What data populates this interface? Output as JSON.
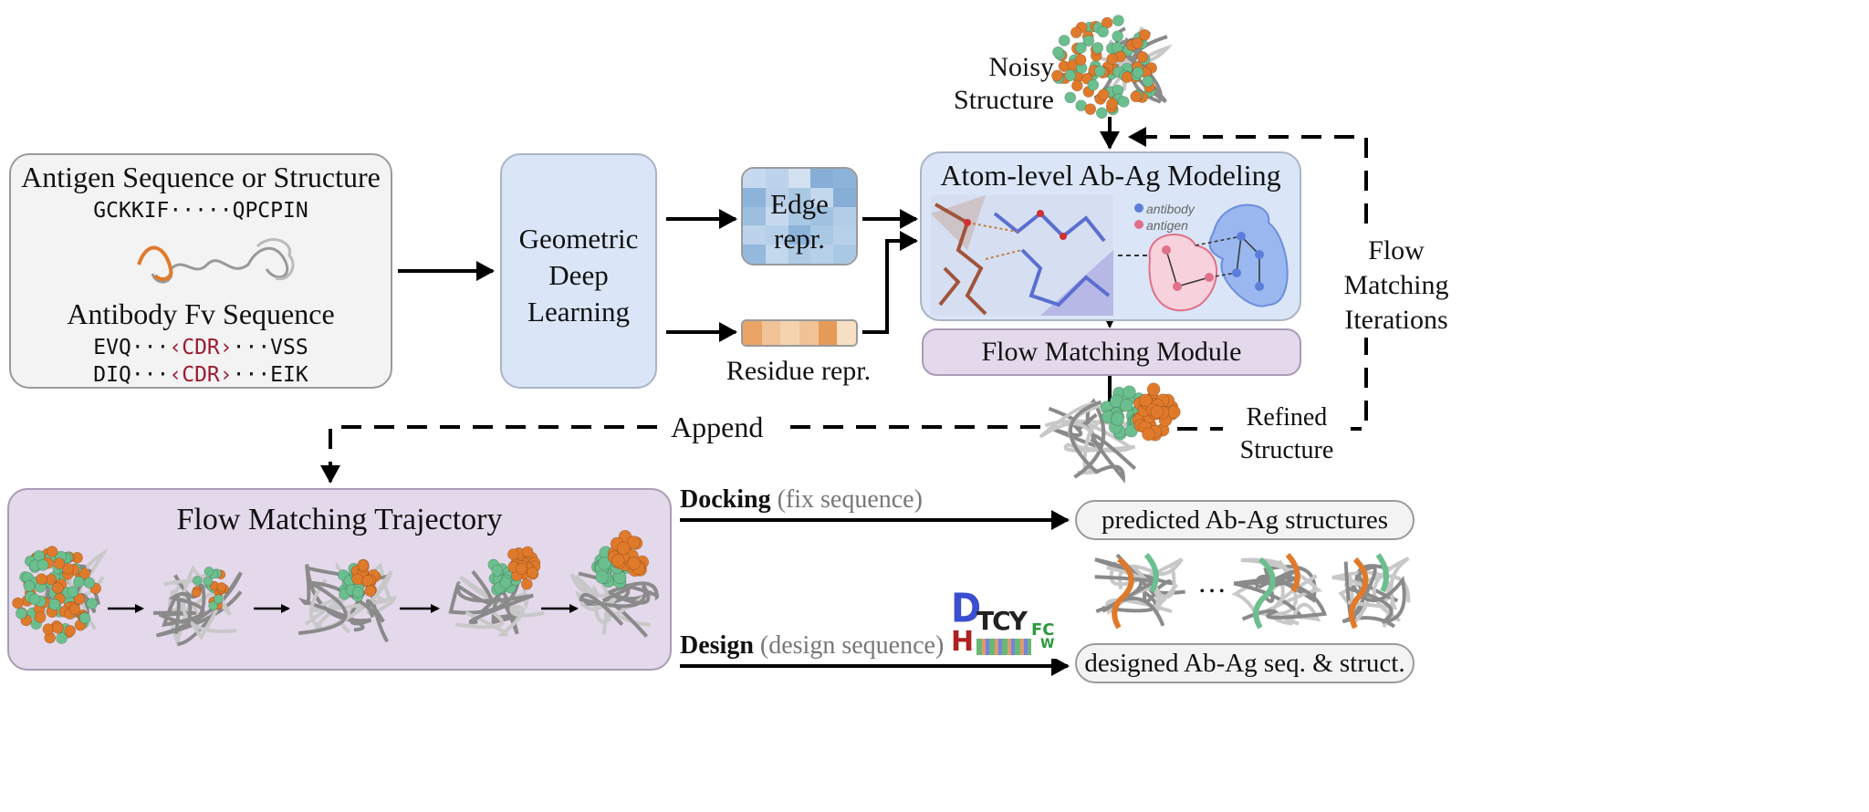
{
  "input_box": {
    "antigen_title": "Antigen Sequence or Structure",
    "antigen_seq": "GCKKIF·····QPCPIN",
    "antibody_title": "Antibody Fv Sequence",
    "heavy_seq": {
      "pre": "EVQ···",
      "cdr": "‹CDR›",
      "post": "···VSS"
    },
    "light_seq": {
      "pre": "DIQ···",
      "cdr": "‹CDR›",
      "post": "···EIK"
    }
  },
  "gdl_box": {
    "line1": "Geometric",
    "line2": "Deep",
    "line3": "Learning"
  },
  "edge_repr": {
    "line1": "Edge",
    "line2": "repr."
  },
  "residue_repr": {
    "label": "Residue repr."
  },
  "noisy_structure": {
    "line1": "Noisy",
    "line2": "Structure"
  },
  "atom_box": {
    "title": "Atom-level Ab-Ag Modeling",
    "legend_antibody": "antibody",
    "legend_antigen": "antigen"
  },
  "flow_module": {
    "label": "Flow Matching Module"
  },
  "iterations": {
    "line1": "Flow",
    "line2": "Matching",
    "line3": "Iterations"
  },
  "refined": {
    "line1": "Refined",
    "line2": "Structure"
  },
  "append": {
    "label": "Append"
  },
  "trajectory": {
    "title": "Flow Matching Trajectory"
  },
  "docking": {
    "bold": "Docking",
    "note": "(fix sequence)"
  },
  "design": {
    "bold": "Design",
    "note": "(design sequence)"
  },
  "outputs": {
    "predicted": "predicted Ab-Ag structures",
    "designed": "designed Ab-Ag seq. & struct.",
    "ellipsis": "…"
  },
  "seq_logo": {
    "top": "D",
    "bottom": "H",
    "letters": "TCY",
    "right": "FC",
    "w": "W"
  },
  "colors": {
    "antibody": "#5b7fd9",
    "antigen": "#e07088",
    "green": "#6bbf8e",
    "orange": "#e07a2b",
    "blue_panel": "#dae6f8",
    "purple_panel": "#e4d9eb",
    "gray_panel": "#f3f3f3",
    "cdr": "#9b1b30"
  }
}
